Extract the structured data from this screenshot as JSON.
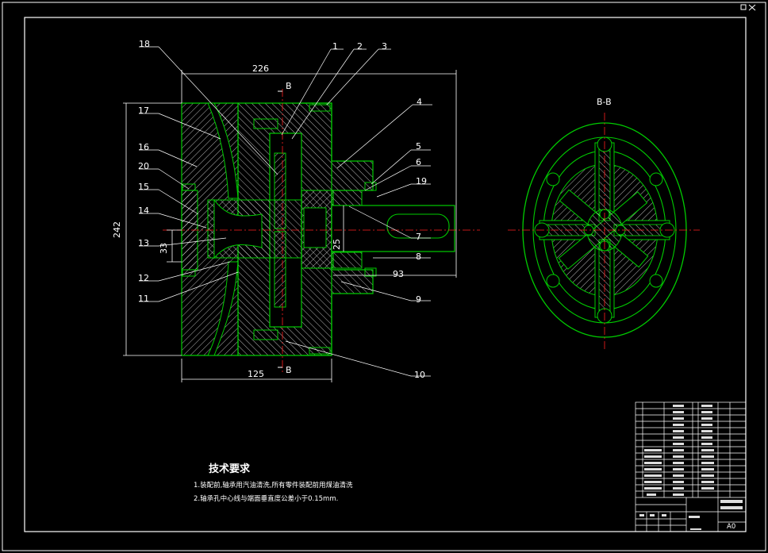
{
  "colors": {
    "background": "#000000",
    "outline": "#00cc00",
    "leader": "#ffffff",
    "centerline": "#ff2020",
    "hatch": "#ffffff",
    "border": "#ffffff"
  },
  "part_numbers": [
    "1",
    "2",
    "3",
    "4",
    "5",
    "6",
    "7",
    "8",
    "9",
    "10",
    "11",
    "12",
    "13",
    "14",
    "15",
    "16",
    "17",
    "18",
    "19",
    "20"
  ],
  "dimensions": {
    "overall_length": "226",
    "overall_height": "242",
    "body_width": "125",
    "shaft_length": "93",
    "hub_diameter": "33",
    "shaft_diameter": "25"
  },
  "section_labels": {
    "cut_mark_top": "B",
    "cut_mark_bottom": "B",
    "section_title": "B-B"
  },
  "technical_requirements": {
    "title": "技术要求",
    "items": [
      "1.装配前,轴承用汽油清洗,所有零件装配前用煤油清洗",
      "2.轴承孔中心线与端面垂直度公差小于0.15mm."
    ]
  },
  "title_block": {
    "sheet_size": "A0"
  }
}
